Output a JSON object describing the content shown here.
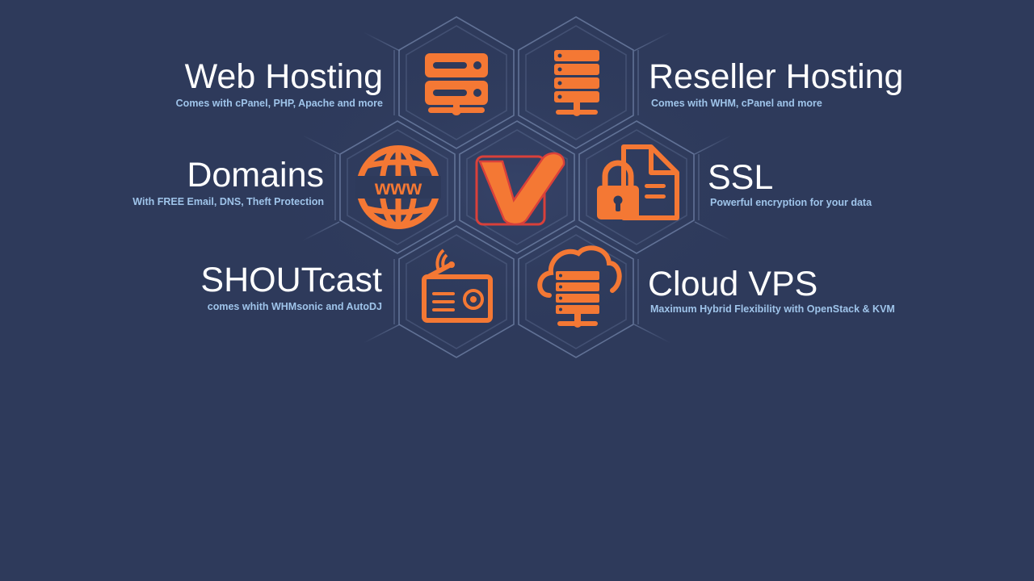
{
  "colors": {
    "background": "#2e3a5b",
    "accent": "#f47834",
    "hex_stroke": "#6a7ba0",
    "title_text": "#ffffff",
    "subtitle_text": "#9fc4ea",
    "logo_outline": "#d9403a"
  },
  "services": [
    {
      "id": "web-hosting",
      "title": "Web Hosting",
      "subtitle": "Comes with cPanel, PHP, Apache and more",
      "icon": "server-stack-icon"
    },
    {
      "id": "reseller-hosting",
      "title": "Reseller Hosting",
      "subtitle": "Comes with WHM, cPanel and more",
      "icon": "server-rack-icon"
    },
    {
      "id": "domains",
      "title": "Domains",
      "subtitle": "With FREE Email, DNS, Theft Protection",
      "icon": "globe-www-icon"
    },
    {
      "id": "ssl",
      "title": "SSL",
      "subtitle": "Powerful encryption for your data",
      "icon": "padlock-document-icon"
    },
    {
      "id": "shoutcast",
      "title": "SHOUTcast",
      "subtitle": "comes whith WHMsonic and AutoDJ",
      "icon": "radio-icon"
    },
    {
      "id": "cloud-vps",
      "title": "Cloud VPS",
      "subtitle": "Maximum Hybrid Flexibility with OpenStack & KVM",
      "icon": "cloud-server-icon"
    }
  ],
  "logo": {
    "icon": "checkmark-logo-icon"
  }
}
